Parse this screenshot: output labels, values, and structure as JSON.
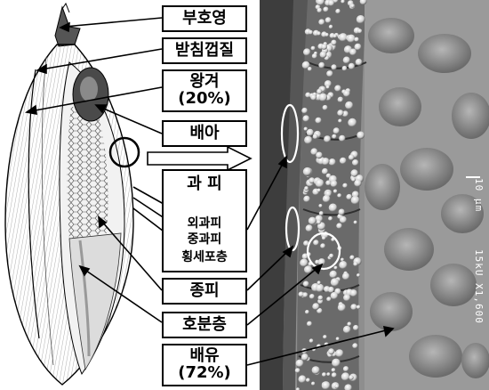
{
  "labels": {
    "hull_top": "부호영",
    "lemma": "받침껍질",
    "endosperm_pigment": "왕겨",
    "endosperm_pigment_pct": "(20%)",
    "embryo": "배아",
    "pericarp": "과 피",
    "epicarp": "외과피",
    "mesocarp": "중과피",
    "cross_cell": "횡세포층",
    "seed_coat": "종피",
    "aleurone": "호분층",
    "endosperm": "배유",
    "endosperm_pct": "(72%)"
  },
  "micrograph": {
    "scale_text": "10 μm",
    "info_text": "15kU  X1,600"
  }
}
